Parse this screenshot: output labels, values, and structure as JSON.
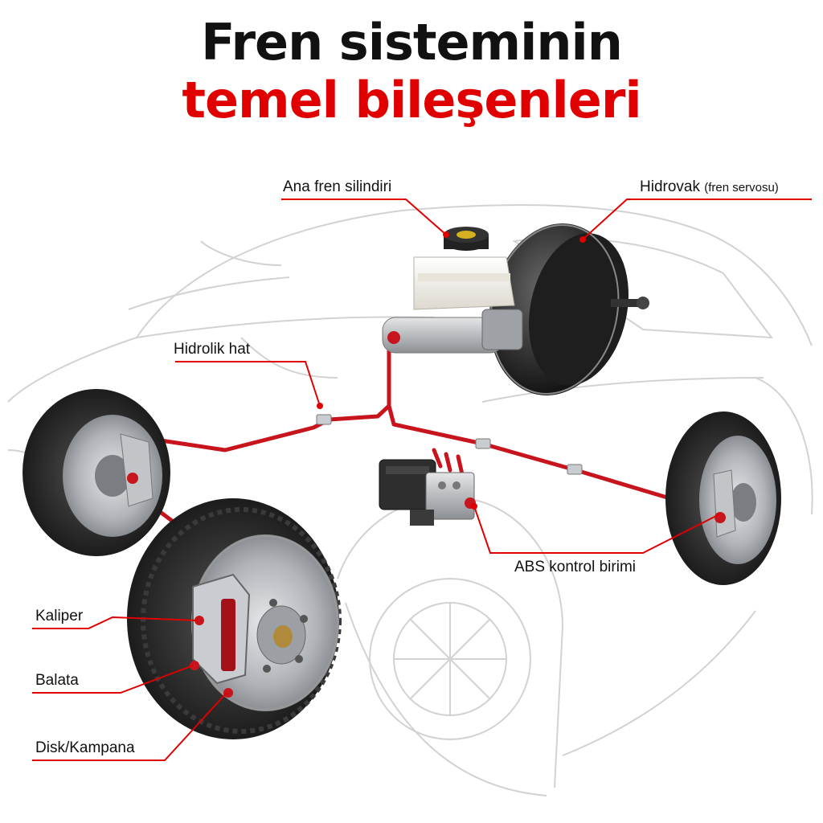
{
  "title": {
    "line1": "Fren sisteminin",
    "line2": "temel bileşenleri"
  },
  "labels": {
    "master_cylinder": "Ana fren silindiri",
    "booster_main": "Hidrovak",
    "booster_sub": "(fren servosu)",
    "hydraulic_line": "Hidrolik hat",
    "abs_unit": "ABS kontrol birimi",
    "caliper": "Kaliper",
    "pad": "Balata",
    "disc": "Disk/Kampana"
  },
  "colors": {
    "accent": "#e00000",
    "brake_line": "#c8141c",
    "car_outline": "#d0d0d0",
    "tire": "#2a2a2a",
    "metal": "#b8bcc0",
    "booster": "#2b2b2b",
    "reservoir": "#f2f0ea"
  }
}
